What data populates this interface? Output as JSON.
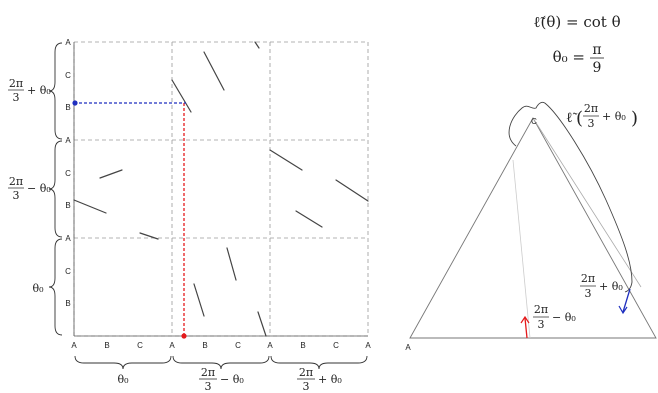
{
  "axis_letters": {
    "bottom": [
      "A",
      "B",
      "C",
      "A",
      "B",
      "C",
      "A",
      "B",
      "C",
      "A"
    ],
    "left": [
      "A",
      "C",
      "B",
      "A",
      "C",
      "B",
      "A",
      "C",
      "B"
    ]
  },
  "bottom_groups": [
    {
      "num": "",
      "den": "",
      "tail": "θ₀"
    },
    {
      "num": "2π",
      "den": "3",
      "tail": "− θ₀"
    },
    {
      "num": "2π",
      "den": "3",
      "tail": "+ θ₀"
    }
  ],
  "left_groups": [
    {
      "num": "2π",
      "den": "3",
      "tail": "+ θ₀"
    },
    {
      "num": "2π",
      "den": "3",
      "tail": "− θ₀"
    },
    {
      "num": "",
      "den": "",
      "tail": "θ₀"
    }
  ],
  "formula": {
    "line1": "ℓ̃(θ) = cot θ",
    "line2_lhs": "θ₀ =",
    "line2_num": "π",
    "line2_den": "9"
  },
  "triangle": {
    "apex_label": "C",
    "left_label": "A",
    "brace_label_pre": "ℓ̃",
    "brace_num": "2π",
    "brace_den": "3",
    "brace_tail": "+ θ₀",
    "right_angle": {
      "num": "2π",
      "den": "3",
      "tail": "+ θ₀"
    },
    "bottom_angle": {
      "num": "2π",
      "den": "3",
      "tail": "− θ₀"
    }
  },
  "colors": {
    "red": "#e41a1c",
    "blue": "#1f2fbf",
    "grid": "#9a9a9a",
    "line": "#444444"
  }
}
